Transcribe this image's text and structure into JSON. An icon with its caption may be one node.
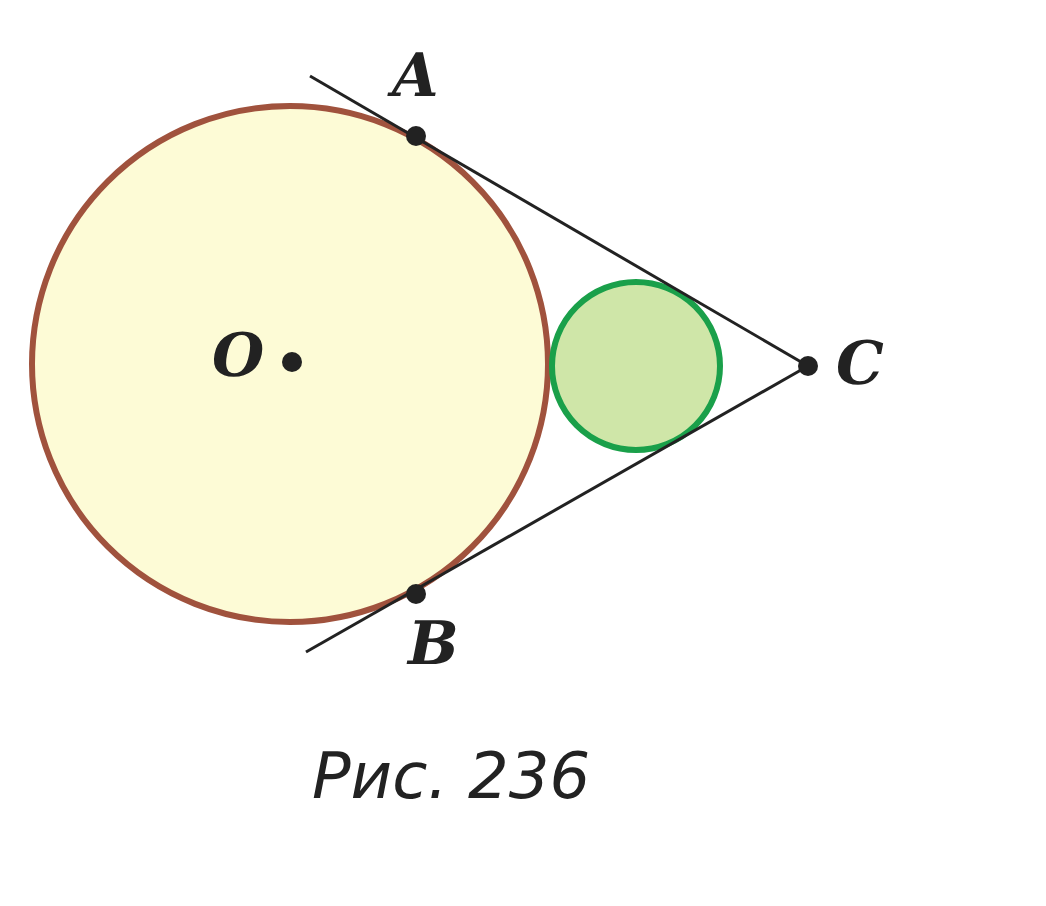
{
  "diagram": {
    "caption": "Рис. 236",
    "labels": [
      "A",
      "O",
      "C",
      "B"
    ]
  }
}
